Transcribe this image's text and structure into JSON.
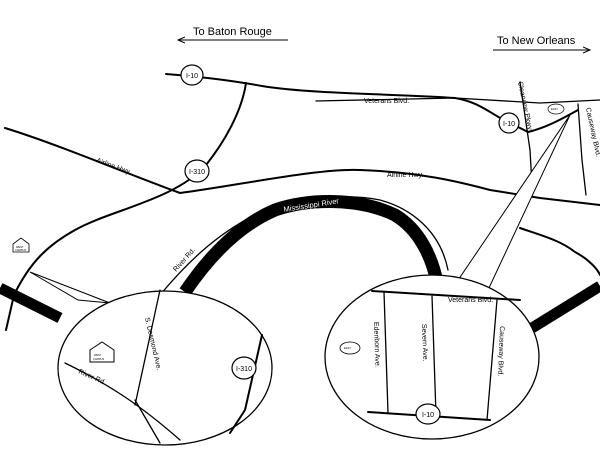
{
  "directions": {
    "west": "To Baton Rouge",
    "east": "To New Orleans"
  },
  "highways": {
    "i10_north": "I-10",
    "i10_east": "I-10",
    "i310": "I-310",
    "i310_inset": "I-310",
    "i10_inset": "I-10"
  },
  "roads": {
    "veterans": "Veterans Blvd.",
    "clearview": "Clearview Pkwy",
    "causeway": "Causeway Blvd.",
    "airline_left": "Airline Hwy.",
    "airline_right": "Airline Hwy.",
    "river_rd": "River Rd.",
    "river_rd_inset": "River Rd.",
    "st_desmond": "S. Desmond Ave.",
    "veterans_inset": "Veterans Blvd.",
    "edenborn": "Edenborn Ave.",
    "severn": "Severn Ave.",
    "causeway_inset": "Causeway Blvd."
  },
  "river": "Mississippi River",
  "places": {
    "west_icon_text": "WEST",
    "west_icon_sub": "CAMPUS",
    "metairie_icon_text": "EAST"
  }
}
